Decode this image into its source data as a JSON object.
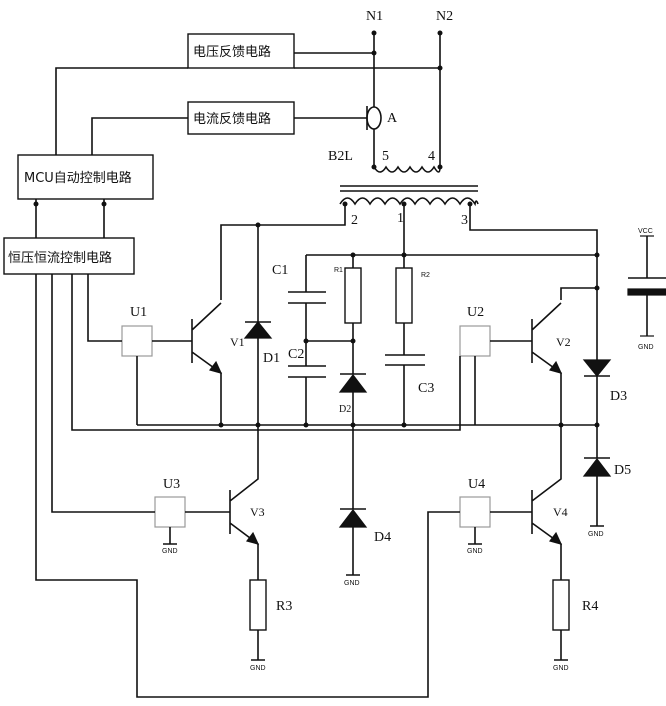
{
  "blocks": {
    "voltage_feedback": "电压反馈电路",
    "current_feedback": "电流反馈电路",
    "mcu": "MCU自动控制电路",
    "cv_cc": "恒压恒流控制电路"
  },
  "terminals": {
    "n1": "N1",
    "n2": "N2",
    "a": "A"
  },
  "transformer": {
    "name": "B2L",
    "pins": {
      "p5": "5",
      "p4": "4",
      "p2": "2",
      "p1": "1",
      "p3": "3"
    }
  },
  "components": {
    "u1": "U1",
    "u2": "U2",
    "u3": "U3",
    "u4": "U4",
    "v1": "V1",
    "v2": "V2",
    "v3": "V3",
    "v4": "V4",
    "d1": "D1",
    "d2": "D2",
    "d3": "D3",
    "d4": "D4",
    "d5": "D5",
    "c1": "C1",
    "c2": "C2",
    "c3": "C3",
    "r1": "R1",
    "r2": "R2",
    "r3": "R3",
    "r4": "R4"
  },
  "power": {
    "vcc": "VCC",
    "gnd": "GND"
  }
}
